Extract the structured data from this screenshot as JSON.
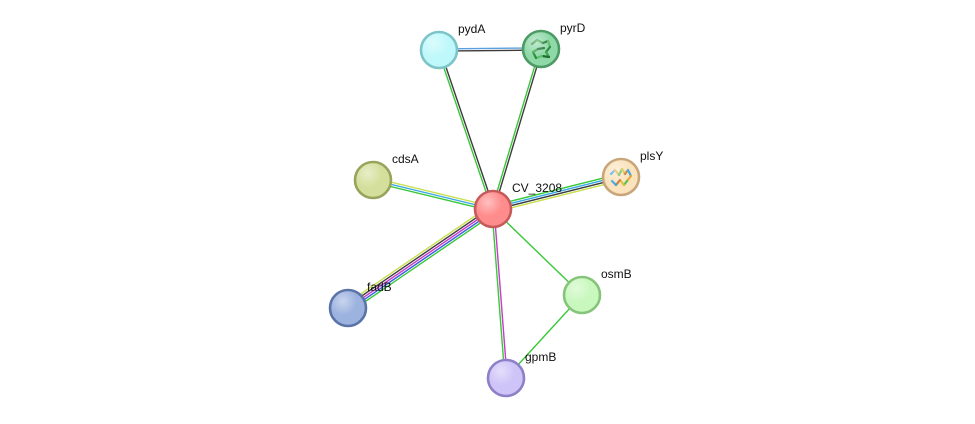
{
  "nodes": [
    {
      "id": "CV_3208",
      "label": "CV_3208",
      "fill": "#ff8c8c",
      "stroke": "#c65a5a",
      "structure_icon": "none"
    },
    {
      "id": "pydA",
      "label": "pydA",
      "fill": "#bff8fb",
      "stroke": "#7cc4c8",
      "structure_icon": "none"
    },
    {
      "id": "pyrD",
      "label": "pyrD",
      "fill": "#8fd9a8",
      "stroke": "#4c9a64",
      "structure_icon": "protein-structure-green"
    },
    {
      "id": "cdsA",
      "label": "cdsA",
      "fill": "#d4df9c",
      "stroke": "#98a45c",
      "structure_icon": "none"
    },
    {
      "id": "plsY",
      "label": "plsY",
      "fill": "#fbe3bd",
      "stroke": "#c8a67a",
      "structure_icon": "protein-structure-multicolor"
    },
    {
      "id": "fadB",
      "label": "fadB",
      "fill": "#9cb2df",
      "stroke": "#5a74a8",
      "structure_icon": "none"
    },
    {
      "id": "osmB",
      "label": "osmB",
      "fill": "#c8f8bd",
      "stroke": "#86c47c",
      "structure_icon": "none"
    },
    {
      "id": "gpmB",
      "label": "gpmB",
      "fill": "#cfc4f8",
      "stroke": "#8e80c8",
      "structure_icon": "none"
    }
  ],
  "edges": [
    {
      "source": "pydA",
      "target": "pyrD",
      "colors": [
        "#5aa0e0",
        "#3c3c3c"
      ]
    },
    {
      "source": "CV_3208",
      "target": "pydA",
      "colors": [
        "#3ac83a",
        "#3c3c3c"
      ]
    },
    {
      "source": "CV_3208",
      "target": "pyrD",
      "colors": [
        "#3ac83a",
        "#3c3c3c"
      ]
    },
    {
      "source": "CV_3208",
      "target": "cdsA",
      "colors": [
        "#3ac83a",
        "#3aa8e8",
        "#c8e050"
      ]
    },
    {
      "source": "CV_3208",
      "target": "plsY",
      "colors": [
        "#3ac83a",
        "#3aa8e8",
        "#3c3c3c",
        "#c8e050"
      ]
    },
    {
      "source": "CV_3208",
      "target": "fadB",
      "colors": [
        "#3ac83a",
        "#3a5ae8",
        "#c83ac8",
        "#3c3c3c",
        "#c8e050"
      ]
    },
    {
      "source": "CV_3208",
      "target": "osmB",
      "colors": [
        "#3ac83a"
      ]
    },
    {
      "source": "CV_3208",
      "target": "gpmB",
      "colors": [
        "#c83ac8",
        "#3ac83a"
      ]
    },
    {
      "source": "osmB",
      "target": "gpmB",
      "colors": [
        "#3ac83a"
      ]
    }
  ]
}
